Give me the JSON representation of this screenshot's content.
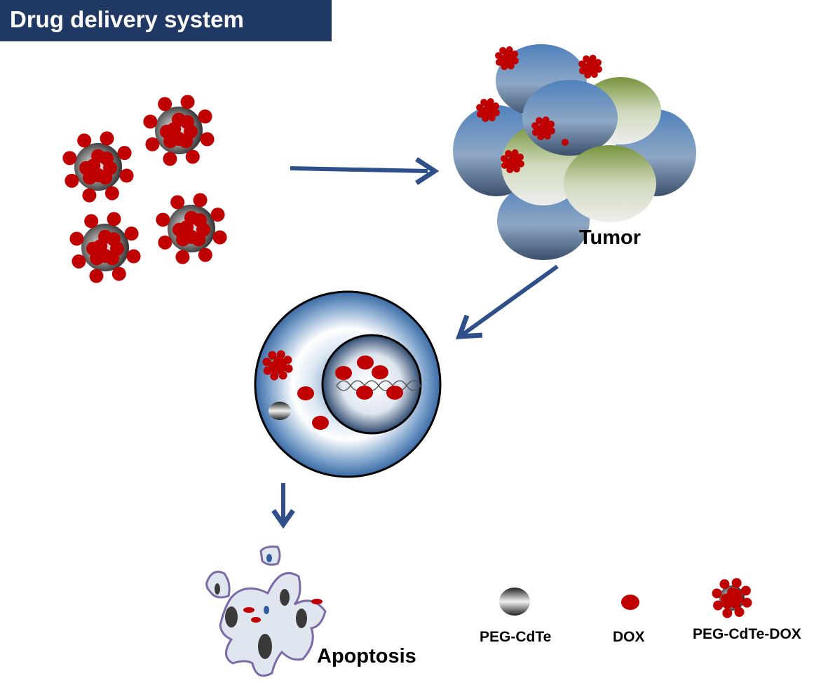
{
  "header": {
    "title": "Drug delivery system"
  },
  "labels": {
    "tumor": "Tumor",
    "apoptosis": "Apoptosis"
  },
  "legend": [
    {
      "label": "PEG-CdTe",
      "icon": "peg-cdte-icon"
    },
    {
      "label": "DOX",
      "icon": "dox-icon"
    },
    {
      "label": "PEG-CdTe-DOX",
      "icon": "peg-cdte-dox-icon"
    }
  ],
  "colors": {
    "title_bar": "#1f3864",
    "arrow": "#2e4f8a",
    "dox": "#c00000",
    "cell_blue": "#4f81bd",
    "cell_green": "#77933c",
    "nucleus_outline": "#000000",
    "apoptotic_body_outline": "#7b6aa6"
  }
}
